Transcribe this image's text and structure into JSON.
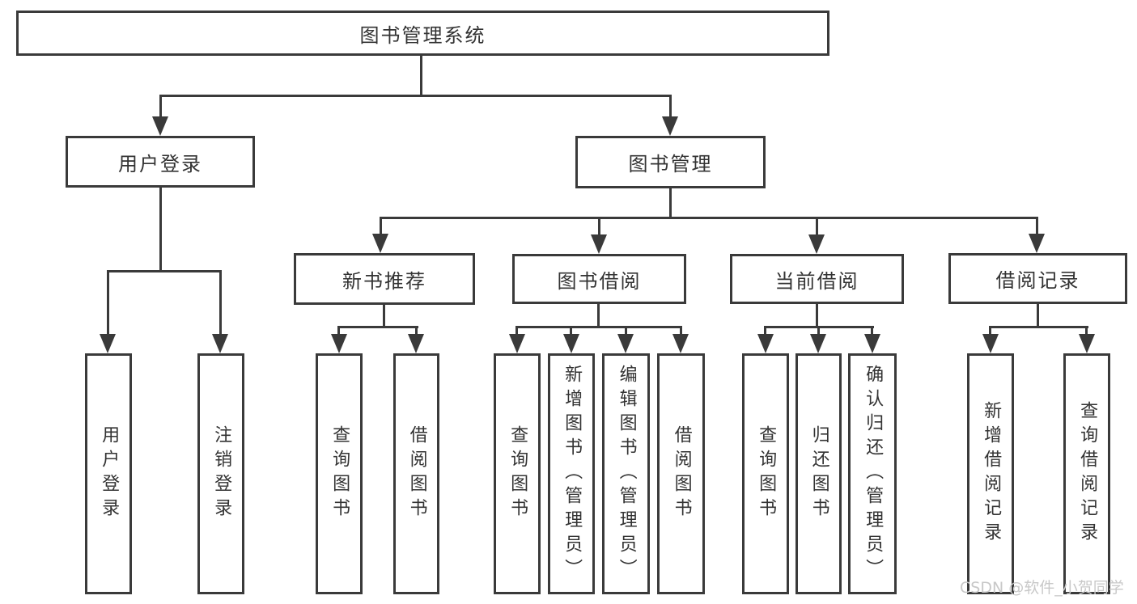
{
  "tree": {
    "label": "图书管理系统",
    "children": [
      {
        "label": "用户登录",
        "children": [
          {
            "label": "用户登录"
          },
          {
            "label": "注销登录"
          }
        ]
      },
      {
        "label": "图书管理",
        "children": [
          {
            "label": "新书推荐",
            "children": [
              {
                "label": "查询图书"
              },
              {
                "label": "借阅图书"
              }
            ]
          },
          {
            "label": "图书借阅",
            "children": [
              {
                "label": "查询图书"
              },
              {
                "label": "新增图书（管理员）"
              },
              {
                "label": "编辑图书（管理员）"
              },
              {
                "label": "借阅图书"
              }
            ]
          },
          {
            "label": "当前借阅",
            "children": [
              {
                "label": "查询图书"
              },
              {
                "label": "归还图书"
              },
              {
                "label": "确认归还（管理员）"
              }
            ]
          },
          {
            "label": "借阅记录",
            "children": [
              {
                "label": "新增借阅记录"
              },
              {
                "label": "查询借阅记录"
              }
            ]
          }
        ]
      }
    ]
  },
  "watermark": {
    "text": "CSDN @软件_小贺同学"
  },
  "colors": {
    "line": "#3a3a3a",
    "text": "#333333",
    "watermark": "#c8c8c8",
    "background": "#ffffff"
  }
}
